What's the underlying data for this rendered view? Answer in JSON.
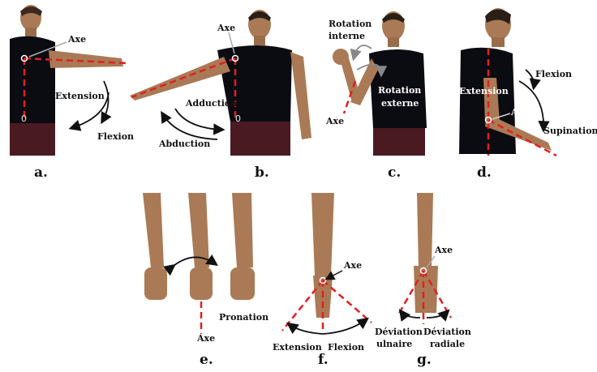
{
  "panels": {
    "a": {
      "letter": "a.",
      "axe": "Axe",
      "extension": "Extension",
      "flexion": "Flexion",
      "zero": "0"
    },
    "b": {
      "letter": "b.",
      "axe": "Axe",
      "adduction": "Adduction",
      "abduction": "Abduction",
      "zero": "0"
    },
    "c": {
      "letter": "c.",
      "rotation_interne_1": "Rotation",
      "rotation_interne_2": "interne",
      "rotation_externe_1": "Rotation",
      "rotation_externe_2": "externe",
      "axe": "Axe"
    },
    "d": {
      "letter": "d.",
      "extension": "Extension",
      "flexion": "Flexion",
      "axe": "Axe",
      "supination": "Supination"
    },
    "e": {
      "letter": "e.",
      "pronation": "Pronation",
      "axe": "Axe"
    },
    "f": {
      "letter": "f.",
      "axe": "Axe",
      "extension": "Extension",
      "flexion": "Flexion"
    },
    "g": {
      "letter": "g.",
      "axe": "Axe",
      "deviation_ulnaire_1": "Déviation",
      "deviation_ulnaire_2": "ulnaire",
      "deviation_radiale_1": "Déviation",
      "deviation_radiale_2": "radiale"
    }
  },
  "colors": {
    "axis_red": "#e02020",
    "shirt": "#0b0b12",
    "skin": "#a97a55",
    "pants": "#4a1a22",
    "text": "#111111"
  }
}
